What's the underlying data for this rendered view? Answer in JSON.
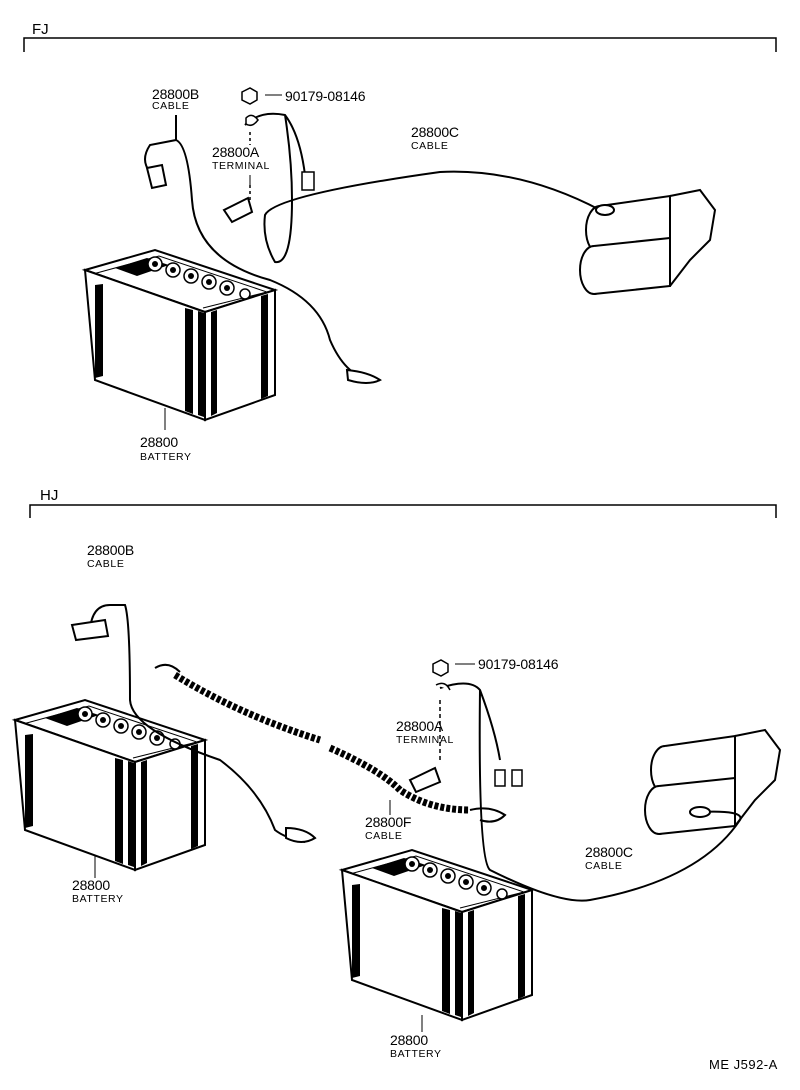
{
  "sections": [
    {
      "label": "FJ",
      "parts": [
        {
          "number": "28800B",
          "name": "CABLE"
        },
        {
          "number": "90179-08146",
          "name": ""
        },
        {
          "number": "28800A",
          "name": "TERMINAL"
        },
        {
          "number": "28800C",
          "name": "CABLE"
        },
        {
          "number": "28800",
          "name": "BATTERY"
        }
      ]
    },
    {
      "label": "HJ",
      "parts": [
        {
          "number": "28800B",
          "name": "CABLE"
        },
        {
          "number": "90179-08146",
          "name": ""
        },
        {
          "number": "28800A",
          "name": "TERMINAL"
        },
        {
          "number": "28800F",
          "name": "CABLE"
        },
        {
          "number": "28800C",
          "name": "CABLE"
        },
        {
          "number": "28800",
          "name": "BATTERY"
        },
        {
          "number": "28800",
          "name": "BATTERY"
        }
      ]
    }
  ],
  "footer_code": "ME  J592-A"
}
